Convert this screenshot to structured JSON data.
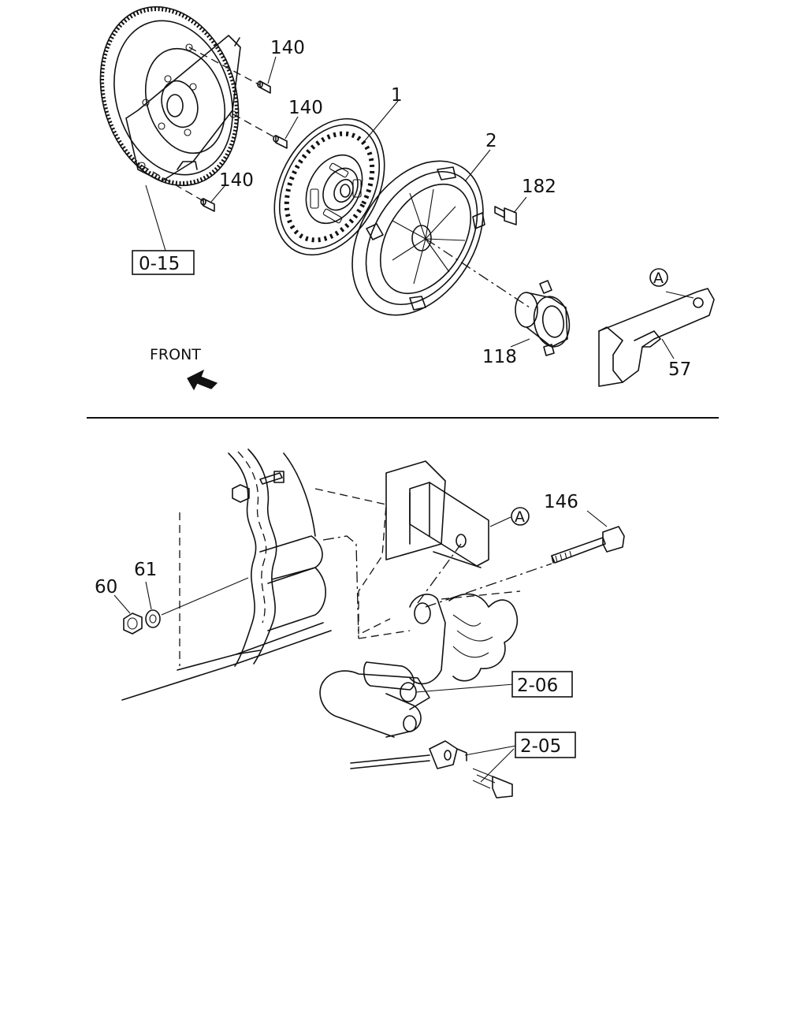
{
  "callouts": {
    "p140a": "140",
    "p140b": "140",
    "p140c": "140",
    "p1": "1",
    "p2": "2",
    "p182": "182",
    "p118": "118",
    "p57": "57",
    "p146": "146",
    "p60": "60",
    "p61": "61"
  },
  "refs": {
    "r015": "0-15",
    "r206": "2-06",
    "r205": "2-05"
  },
  "markers": {
    "a_top": "A",
    "a_bottom": "A"
  },
  "front_label": "FRONT"
}
